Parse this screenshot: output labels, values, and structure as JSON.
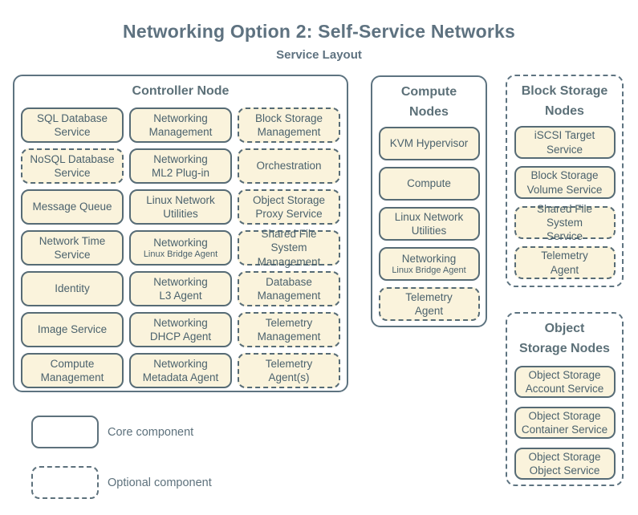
{
  "page": {
    "title": "Networking Option 2: Self-Service Networks",
    "subtitle": "Service Layout"
  },
  "colors": {
    "service_fill": "#faf3dc",
    "service_border": "#566b75",
    "service_text": "#4b626d",
    "heading_text": "#5e7280",
    "node_border": "#5d7380",
    "background": "#ffffff"
  },
  "legend": {
    "core_label": "Core component",
    "optional_label": "Optional component"
  },
  "nodes": {
    "controller": {
      "title": "Controller Node",
      "border": "solid",
      "services": [
        {
          "label": "SQL Database\nService",
          "type": "core"
        },
        {
          "label": "Networking\nManagement",
          "type": "core"
        },
        {
          "label": "Block Storage\nManagement",
          "type": "optional"
        },
        {
          "label": "NoSQL Database\nService",
          "type": "optional"
        },
        {
          "label": "Networking\nML2 Plug-in",
          "type": "core"
        },
        {
          "label": "Orchestration",
          "type": "optional"
        },
        {
          "label": "Message Queue",
          "type": "core"
        },
        {
          "label": "Linux Network\nUtilities",
          "type": "core"
        },
        {
          "label": "Object Storage\nProxy Service",
          "type": "optional"
        },
        {
          "label": "Network Time\nService",
          "type": "core"
        },
        {
          "label": "Networking",
          "sublabel": "Linux Bridge Agent",
          "type": "core"
        },
        {
          "label": "Shared File System\nManagement",
          "type": "optional"
        },
        {
          "label": "Identity",
          "type": "core"
        },
        {
          "label": "Networking\nL3 Agent",
          "type": "core"
        },
        {
          "label": "Database\nManagement",
          "type": "optional"
        },
        {
          "label": "Image Service",
          "type": "core"
        },
        {
          "label": "Networking\nDHCP Agent",
          "type": "core"
        },
        {
          "label": "Telemetry\nManagement",
          "type": "optional"
        },
        {
          "label": "Compute\nManagement",
          "type": "core"
        },
        {
          "label": "Networking\nMetadata Agent",
          "type": "core"
        },
        {
          "label": "Telemetry\nAgent(s)",
          "type": "optional"
        }
      ]
    },
    "compute": {
      "title": "Compute\nNodes",
      "border": "solid",
      "services": [
        {
          "label": "KVM Hypervisor",
          "type": "core"
        },
        {
          "label": "Compute",
          "type": "core"
        },
        {
          "label": "Linux Network\nUtilities",
          "type": "core"
        },
        {
          "label": "Networking",
          "sublabel": "Linux Bridge Agent",
          "type": "core"
        },
        {
          "label": "Telemetry\nAgent",
          "type": "optional"
        }
      ]
    },
    "block_storage": {
      "title": "Block Storage\nNodes",
      "border": "dashed",
      "services": [
        {
          "label": "iSCSI Target\nService",
          "type": "core"
        },
        {
          "label": "Block Storage\nVolume Service",
          "type": "core"
        },
        {
          "label": "Shared File System\nService",
          "type": "optional"
        },
        {
          "label": "Telemetry\nAgent",
          "type": "optional"
        }
      ]
    },
    "object_storage": {
      "title": "Object\nStorage Nodes",
      "border": "dashed",
      "services": [
        {
          "label": "Object Storage\nAccount Service",
          "type": "core"
        },
        {
          "label": "Object Storage\nContainer Service",
          "type": "core"
        },
        {
          "label": "Object Storage\nObject Service",
          "type": "core"
        }
      ]
    }
  }
}
